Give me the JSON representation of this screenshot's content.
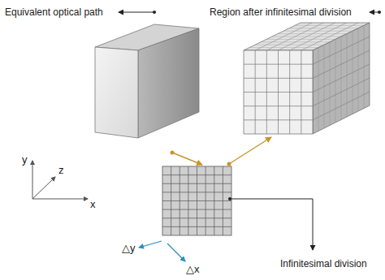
{
  "diagram": {
    "labels": [
      "Equivalent optical path",
      "Region after infinitesimal division",
      "Infinitesimal division",
      "△y",
      "△x",
      "y",
      "z",
      "x"
    ]
  }
}
